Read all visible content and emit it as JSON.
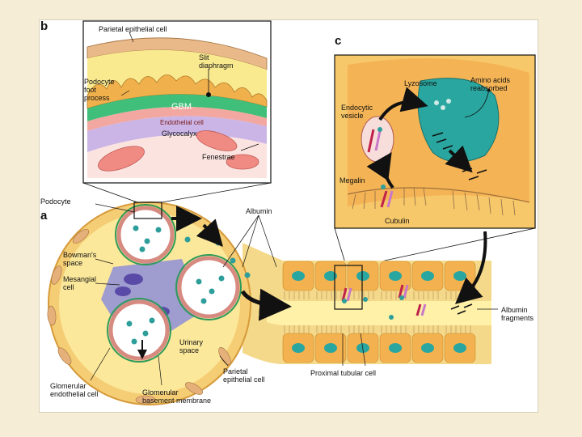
{
  "panels": {
    "a": "a",
    "b": "b",
    "c": "c"
  },
  "panel_b": {
    "parietal_epithelial_cell": "Parietal epithelial cell",
    "slit_diaphragm": "Slit\ndiaphragm",
    "podocyte_foot_process": "Podocyte\nfoot\nprocess",
    "gbm": "GBM",
    "endothelial_cell": "Endothelial cell",
    "glycocalyx": "Glycocalyx",
    "fenestrae": "Fenestrae"
  },
  "panel_c": {
    "lyzosome": "Lyzosome",
    "amino_acids": "Amino acids\nreabsorbed",
    "endocytic_vesicle": "Endocytic\nvesicle",
    "megalin": "Megalin",
    "cubulin": "Cubulin"
  },
  "panel_a": {
    "podocyte": "Podocyte",
    "albumin": "Albumin",
    "bowmans_space": "Bowman's\nspace",
    "mesangial_cell": "Mesangial\ncell",
    "urinary_space": "Urinary\nspace",
    "parietal_epithelial_cell": "Parietal\nepithelial cell",
    "glomerular_endothelial_cell": "Glomerular\nendothelial cell",
    "glomerular_basement_membrane": "Glomerular\nbasement membrane",
    "proximal_tubular_cell": "Proximal tubular cell",
    "albumin_fragments": "Albumin\nfragments"
  },
  "colors": {
    "background": "#f6edd6",
    "tissue_yellow": "#f6df7a",
    "tissue_orange": "#f3b24f",
    "gbm_green": "#3fbf7a",
    "glycocalyx_purple": "#b9a2d8",
    "endothelial_pink": "#f2a7a0",
    "lysosome_teal": "#2aa6a0",
    "albumin_teal": "#2e9e9a",
    "mesangial_blue": "#8e8ed8"
  }
}
